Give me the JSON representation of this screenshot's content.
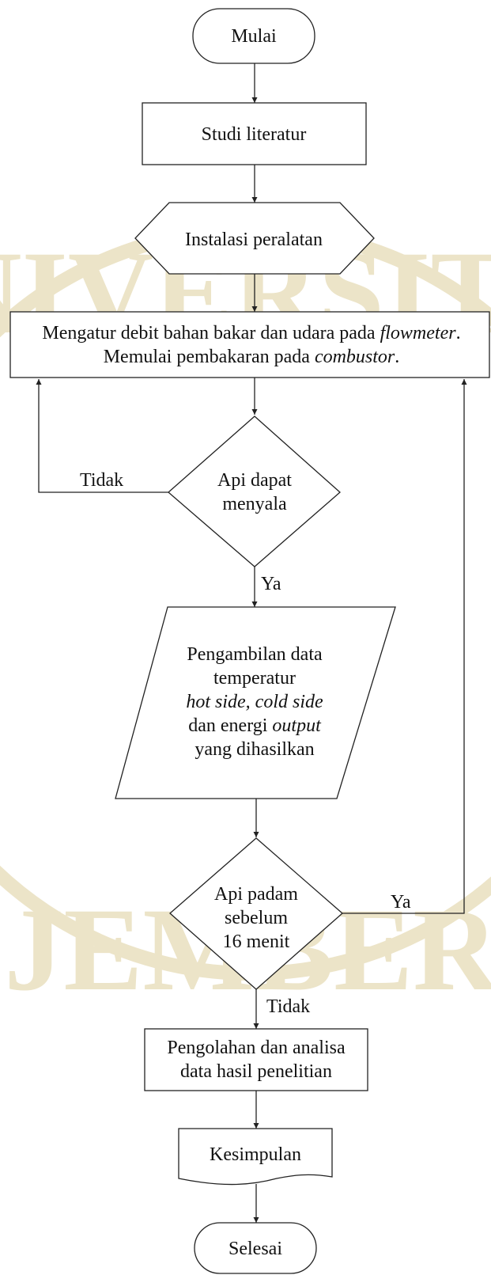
{
  "watermark": {
    "top_text": "UNIVERSITAS",
    "bottom_text": "JEMBER",
    "color": "#ece4c8"
  },
  "nodes": {
    "start": "Mulai",
    "study": "Studi literatur",
    "install": "Instalasi peralatan",
    "setup": {
      "line1_prefix": "Mengatur debit bahan bakar dan udara pada ",
      "line1_italic": "flowmeter",
      "line1_suffix": ".",
      "line2_prefix": "Memulai pembakaran pada ",
      "line2_italic": "combustor",
      "line2_suffix": "."
    },
    "decision1": {
      "line1": "Api dapat",
      "line2": "menyala"
    },
    "data": {
      "line1": "Pengambilan data",
      "line2": "temperatur",
      "line3_italic": "hot side, cold side",
      "line4_prefix": "dan energi ",
      "line4_italic": "output",
      "line5": "yang dihasilkan"
    },
    "decision2": {
      "line1": "Api padam",
      "line2": "sebelum",
      "line3": "16 menit"
    },
    "analysis": {
      "line1": "Pengolahan dan analisa",
      "line2": "data hasil penelitian"
    },
    "conclusion": "Kesimpulan",
    "end": "Selesai"
  },
  "edge_labels": {
    "d1_no": "Tidak",
    "d1_yes": "Ya",
    "d2_yes": "Ya",
    "d2_no": "Tidak"
  }
}
